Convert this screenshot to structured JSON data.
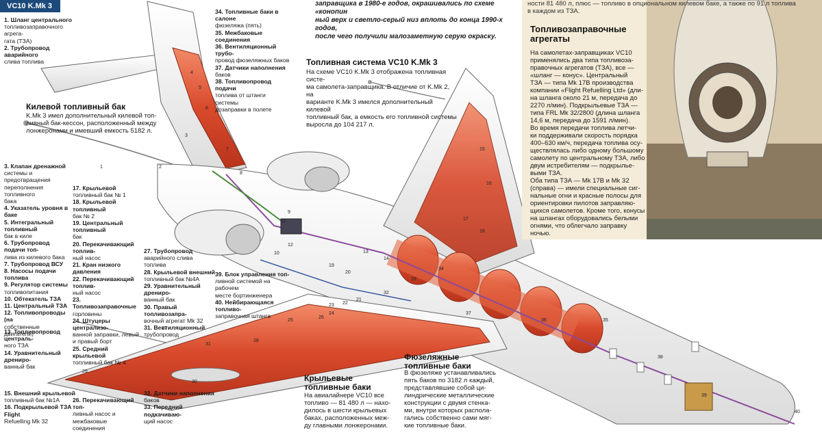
{
  "header": {
    "badge": "VC10 K.Mk 3"
  },
  "top_caption": {
    "line1": "заправщика в 1980-е годов, окрашивались по схеме «конопин",
    "line2": "ный верх и светло-серый низ вплоть до конца 1990-х годов,",
    "line3": "после чего получили малозаметную серую окраску."
  },
  "top_right_fragment": {
    "line1": "ности 81 480 л, плюс — топливо в опциональном килевом баке, а также по 91 л топлива",
    "line2": "в каждом из ТЗА."
  },
  "sidebar": {
    "title1": "Топливозаправочные",
    "title2": "агрегаты",
    "para1": [
      "На самолетах-заправщиках VC10",
      "применялись два типа топливоза-",
      "правочных агрегатов (ТЗА), все —",
      "«шланг — конус». Центральный",
      "ТЗА — типа Mk 17B производства",
      "компании «Flight Refuelling Ltd» (дли-",
      "на шланга около 21 м, передача до",
      "2270 л/мин). Подкрыльевые ТЗА —",
      "типа FRL Mk 32/2800 (длина шланга",
      "14,6 м, передача до 1591 л/мин)."
    ],
    "para2": [
      "Во время передачи топлива летчи-",
      "ки поддерживали скорость порядка",
      "400–630 км/ч, передача топлива осу-",
      "ществлялась либо одному большому",
      "самолету по центральному ТЗА, либо",
      "двум истребителям — подкрылье-",
      "выми ТЗА."
    ],
    "para3": [
      "Оба типа ТЗА — Mk 17B и Mk 32",
      "(справа) — имели специальные сиг-",
      "нальные огни и красные полосы для",
      "ориентировки пилотов заправляю-",
      "щихся самолетов. Кроме того, конусы",
      "на шлангах оборудовались белыми",
      "огнями, что облегчало заправку",
      "ночью."
    ]
  },
  "fuel_system": {
    "title": "Топливная система VC10 K.Mk 3",
    "lines": [
      "На схеме VC10 K.Mk 3 отображена топливная систе-",
      "ма самолета-заправщика. В отличие от K.Mk 2, на",
      "варианте K.Mk 3 имелся дополнительный килевой",
      "топливный бак, а емкость его топливной системы",
      "выросла до 104 217 л."
    ]
  },
  "fin_tank": {
    "title": "Килевой топливный бак",
    "lines": [
      "K.Mk 3 имел дополнительный килевой топ-",
      "ливный бак-кессон, расположенный между",
      "лонжеронами и имевший емкость 5182 л."
    ]
  },
  "wing_tanks": {
    "title1": "Крыльевые",
    "title2": "топливные баки",
    "lines": [
      "На авиалайнере VC10 все",
      "топливо — 81 480 л — нахо-",
      "дилось в шести крыльевых",
      "баках, расположенных меж-",
      "ду главными лонжеронами."
    ]
  },
  "fuselage_tanks": {
    "title1": "Фюзеляжные",
    "title2": "топливные баки",
    "lines": [
      "В фюзеляже устанавливались",
      "пять баков по 3182 л каждый,",
      "представлявшие собой ци-",
      "линдрические металлические",
      "конструкции с двумя стенка-",
      "ми, внутри которых распола-",
      "гались собственно сами мяг-",
      "кие топливные баки."
    ]
  },
  "legend": {
    "col_a": [
      "1. Шланг центрального",
      "топливозаправочного агрега-",
      "гата (ТЗА)",
      "2. Трубопровод аварийного",
      "слива топлива"
    ],
    "col_b": [
      "3. Клапан дренажной",
      "системы и предотвращения",
      "переполнения топливного",
      "бака",
      "4. Указатель уровня в баке",
      "5. Интегральный топливный",
      "бак в киле",
      "6. Трубопровод подачи топ-",
      "лива из килевого бака",
      "7. Трубопровод ВСУ",
      "8. Насосы подачи топлива",
      "9. Регулятор системы",
      "топливопитания",
      "10. Обтекатель ТЗА",
      "11. Центральный ТЗА",
      "12. Топливопроводы (на",
      "собственные двигатели)"
    ],
    "col_c": [
      "13. Топливопровод централь-",
      "ного ТЗА",
      "14. Уравнительный дрениро-",
      "ванный бак"
    ],
    "col_d": [
      "15. Внешний крыльевой",
      "топливный бак №1А",
      "16. Подкрыльевой ТЗА Flight",
      "Refuelling Mk 32"
    ],
    "col_e": [
      "17. Крыльевой",
      "топливный бак № 1",
      "18. Крыльевой топливный",
      "бак № 2",
      "19. Центральный топливный",
      "бак",
      "20. Перекачивающий топлив-",
      "ный насос",
      "21. Кран низкого давления",
      "22. Перекачивающий топлив-",
      "ный насос",
      "23. Топливозаправочные",
      "горловины",
      "24. Штуцеры централизо-",
      "ванной заправки, левый",
      "и правый борт",
      "25. Средний крыльевой",
      "топливный бак № 4"
    ],
    "col_f": [
      "26. Перекачивающий топ-",
      "ливный насос и межбаковые",
      "соединения"
    ],
    "col_g": [
      "27. Трубопровод",
      "аварийного слива топлива",
      "28. Крыльевой внешний",
      "топливный бак №4А",
      "29. Уравнительный дрениро-",
      "ванный бак",
      "30. Правый топливозапра-",
      "вочный агрегат Mk 32",
      "31. Вентиляционный",
      "трубопровод"
    ],
    "col_h": [
      "32. Датчики наполнения",
      "баков",
      "33. Передний подкачиваю-",
      "щий насос"
    ],
    "col_i": [
      "34. Топливные баки в салоне",
      "фюзеляжа (пять)",
      "35. Межбаковые соединения",
      "36. Вентиляционный трубо-",
      "провод фюзеляжных баков",
      "37. Датчики наполнения",
      "баков",
      "38. Топливопровод подачи",
      "топлива от штанги системы",
      "дозаправки в полете"
    ],
    "col_j": [
      "39. Блок управления топ-",
      "ливной системой на рабочем",
      "месте бортинженера",
      "40. Нейбирающаяся топливо-",
      "заправочная штанга"
    ]
  },
  "callouts": [
    "1",
    "2",
    "3",
    "4",
    "5",
    "6",
    "7",
    "8",
    "9",
    "10",
    "11",
    "12",
    "13",
    "14",
    "15",
    "16",
    "17",
    "18",
    "19",
    "20",
    "21",
    "22",
    "23",
    "24",
    "25",
    "26",
    "27",
    "28",
    "29",
    "30",
    "31",
    "32",
    "33",
    "34",
    "35",
    "36",
    "37",
    "38",
    "39",
    "40"
  ],
  "colors": {
    "fuel": "#d9472b",
    "fuel_light": "#f08a6a",
    "aircraft": "#f7f7f7",
    "outline": "#6a6a6a",
    "header": "#1c4a7a",
    "sidebox": "#f4ecd8"
  }
}
